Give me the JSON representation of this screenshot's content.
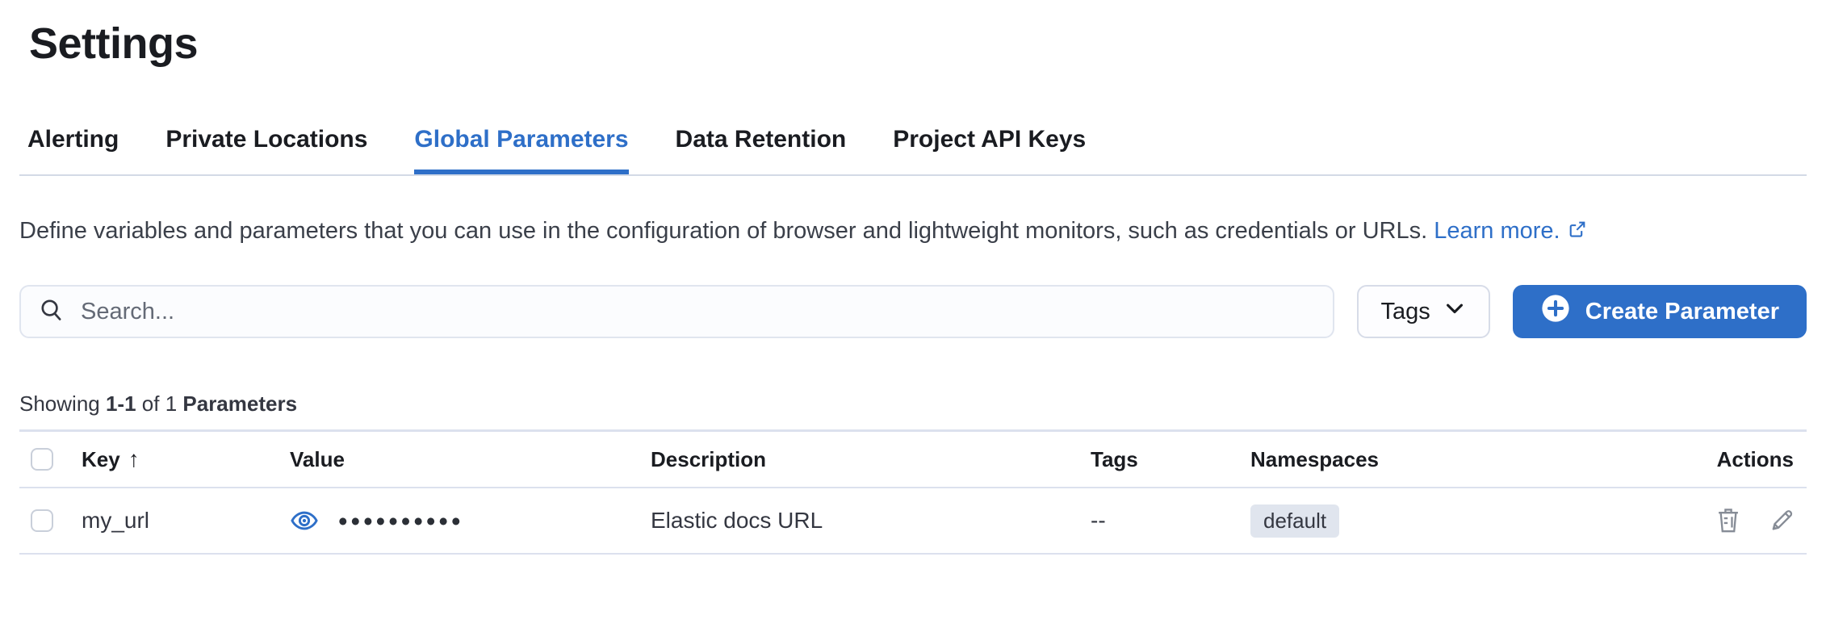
{
  "page": {
    "title": "Settings"
  },
  "tabs": {
    "active": "Global Parameters",
    "items": [
      {
        "label": "Alerting"
      },
      {
        "label": "Private Locations"
      },
      {
        "label": "Global Parameters"
      },
      {
        "label": "Data Retention"
      },
      {
        "label": "Project API Keys"
      }
    ]
  },
  "description": {
    "text": "Define variables and parameters that you can use in the configuration of browser and lightweight monitors, such as credentials or URLs.",
    "link_label": "Learn more.",
    "link_icon": "external-link-icon"
  },
  "toolbar": {
    "search_placeholder": "Search...",
    "search_icon": "magnifier-icon",
    "tags_button_label": "Tags",
    "tags_button_icon": "chevron-down-icon",
    "create_button_label": "Create Parameter",
    "create_button_icon": "plus-in-circle-icon"
  },
  "summary": {
    "prefix": "Showing",
    "range": "1-1",
    "middle": "of 1",
    "entity": "Parameters"
  },
  "table": {
    "columns": [
      {
        "label": "Key",
        "sort_icon": "↑"
      },
      {
        "label": "Value"
      },
      {
        "label": "Description"
      },
      {
        "label": "Tags"
      },
      {
        "label": "Namespaces"
      },
      {
        "label": "Actions"
      }
    ],
    "rows": [
      {
        "key": "my_url",
        "value_masked": "••••••••••",
        "value_icon": "eye-icon",
        "description": "Elastic docs URL",
        "tags": "--",
        "namespace_badge": "default",
        "actions": [
          "trash-icon",
          "pencil-icon"
        ]
      }
    ]
  },
  "colors": {
    "accent_blue": "#2e6fc8",
    "text_dark": "#343741",
    "heading_dark": "#1a1c21",
    "border_light": "#dce1ee",
    "badge_bg": "#e0e5ee",
    "icon_gray": "#868c96"
  }
}
